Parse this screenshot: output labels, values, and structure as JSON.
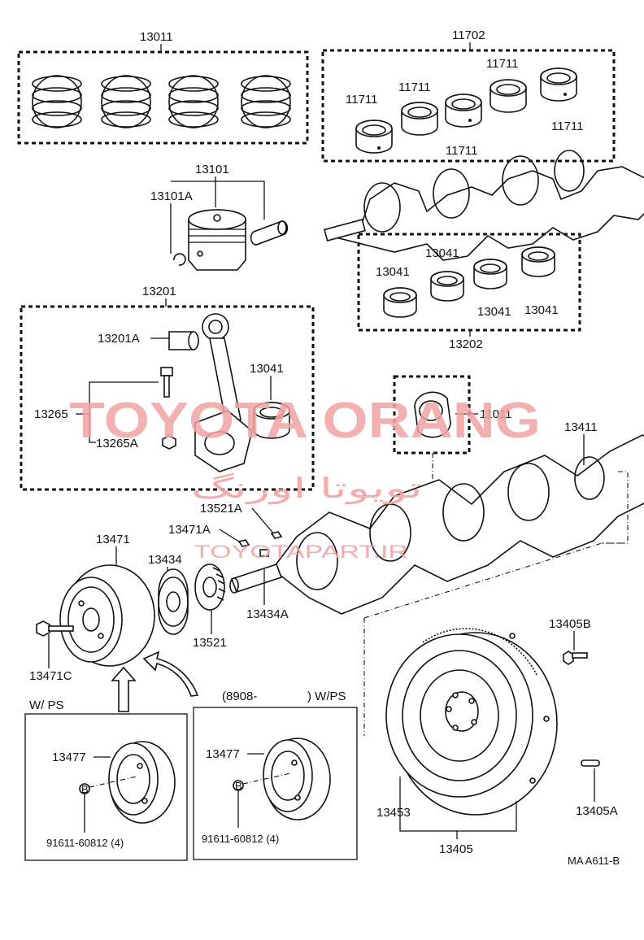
{
  "watermark": {
    "line1": "TOYOTA ORANG",
    "line2": "تويوتا اورنگ",
    "line3": "TOYOTAPART.IR"
  },
  "labels": {
    "p13011": "13011",
    "p11702": "11702",
    "p11711_a": "11711",
    "p11711_b": "11711",
    "p11711_c": "11711",
    "p11711_d": "11711",
    "p11711_e": "11711",
    "p13101": "13101",
    "p13101A": "13101A",
    "p13201": "13201",
    "p13201A": "13201A",
    "p13041_rod": "13041",
    "p13265": "13265",
    "p13265A": "13265A",
    "p13041_a": "13041",
    "p13041_b": "13041",
    "p13041_c": "13041",
    "p13041_d": "13041",
    "p13202": "13202",
    "p11011": "11011",
    "p13411": "13411",
    "p13521A": "13521A",
    "p13471A": "13471A",
    "p13471": "13471",
    "p13434": "13434",
    "p13434A": "13434A",
    "p13521": "13521",
    "p13471C": "13471C",
    "p13405B": "13405B",
    "p13405A": "13405A",
    "p13453": "13453",
    "p13405": "13405",
    "wps_left": "W/ PS",
    "wps_right_date": "(8908-",
    "wps_right": ") W/PS",
    "p13477_left": "13477",
    "p13477_right": "13477",
    "bolt_left": "91611-60812 (4)",
    "bolt_right": "91611-60812 (4)",
    "callout_b": "B",
    "ref": "MA A611-B"
  }
}
